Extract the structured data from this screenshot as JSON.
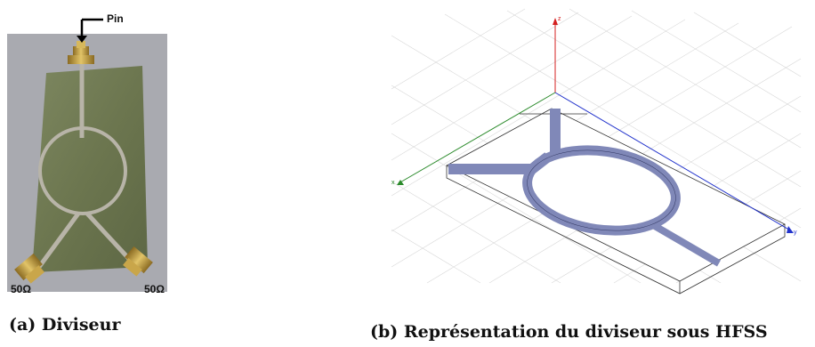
{
  "figure": {
    "panel_a": {
      "caption": "(a) Diviseur",
      "pin_label": "Pin",
      "port_left_label": "50Ω",
      "port_right_label": "50Ω"
    },
    "panel_b": {
      "caption": "(b) Représentation du diviseur sous HFSS",
      "axis_z": "z",
      "axis_x": "x",
      "axis_y": "y"
    }
  },
  "colors": {
    "substrate_photo": "#6f7a52",
    "trace_metal": "#b8b4a8",
    "connector_gold": "#c9a64a",
    "hfss_trace": "#8088b8",
    "axis_x": "#2a8a2a",
    "axis_y": "#2233cc",
    "axis_z": "#d42020",
    "grid": "#d8d8d8"
  }
}
